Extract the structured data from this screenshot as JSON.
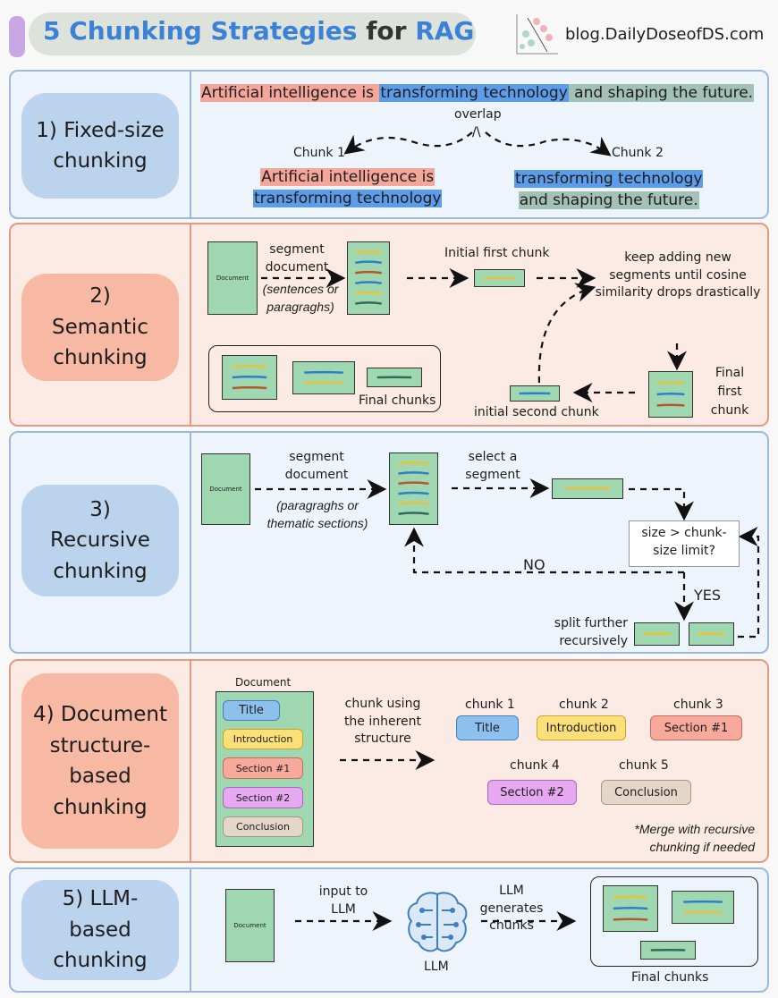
{
  "header": {
    "title_part1": "5 Chunking Strategies",
    "title_part2": " for ",
    "title_part3": "RAG",
    "site": "blog.DailyDoseofDS.com"
  },
  "colors": {
    "title_blue": "#3b82d6",
    "blue_section": "#eef4fb",
    "peach_section": "#fbebe4",
    "doc_green": "#9fd8b0",
    "stroke_yellow": "#e8c23a",
    "stroke_blue": "#2e7fc9",
    "stroke_brown": "#b5562e",
    "stroke_green": "#2f6b5a"
  },
  "s1": {
    "label": "1) Fixed-size chunking",
    "sentence": [
      "Artificial intelligence is ",
      "transforming technology",
      " and shaping the future."
    ],
    "overlap": "overlap",
    "chunk1_label": "Chunk 1",
    "chunk2_label": "Chunk 2",
    "chunk1": [
      "Artificial intelligence is",
      "transforming technology"
    ],
    "chunk2": [
      "transforming technology",
      "and shaping the future."
    ]
  },
  "s2": {
    "label": "2) Semantic chunking",
    "doc": "Document",
    "segment": "segment document",
    "segment_note": "(sentences or paragraghs)",
    "initial_first": "Initial first chunk",
    "keep_adding": "keep adding new segments until cosine similarity drops drastically",
    "final_chunks": "Final chunks",
    "final_first": "Final first chunk",
    "initial_second": "initial second chunk"
  },
  "s3": {
    "label": "3) Recursive chunking",
    "doc": "Document",
    "segment": "segment document",
    "segment_note": "(paragraghs or thematic sections)",
    "select": "select a segment",
    "decision": "size > chunk-size limit?",
    "no": "NO",
    "yes": "YES",
    "split": "split further recursively"
  },
  "s4": {
    "label": "4) Document structure-based chunking",
    "doc_title": "Document",
    "parts": [
      "Title",
      "Introduction",
      "Section #1",
      "Section #2",
      "Conclusion"
    ],
    "middle": "chunk using the inherent structure",
    "chunks": [
      {
        "label": "chunk 1",
        "value": "Title"
      },
      {
        "label": "chunk 2",
        "value": "Introduction"
      },
      {
        "label": "chunk 3",
        "value": "Section #1"
      },
      {
        "label": "chunk 4",
        "value": "Section #2"
      },
      {
        "label": "chunk 5",
        "value": "Conclusion"
      }
    ],
    "note": "*Merge with recursive chunking if needed"
  },
  "s5": {
    "label": "5) LLM-based chunking",
    "doc": "Document",
    "input": "input to LLM",
    "llm": "LLM",
    "generates": "LLM generates chunks",
    "final_chunks": "Final chunks"
  }
}
